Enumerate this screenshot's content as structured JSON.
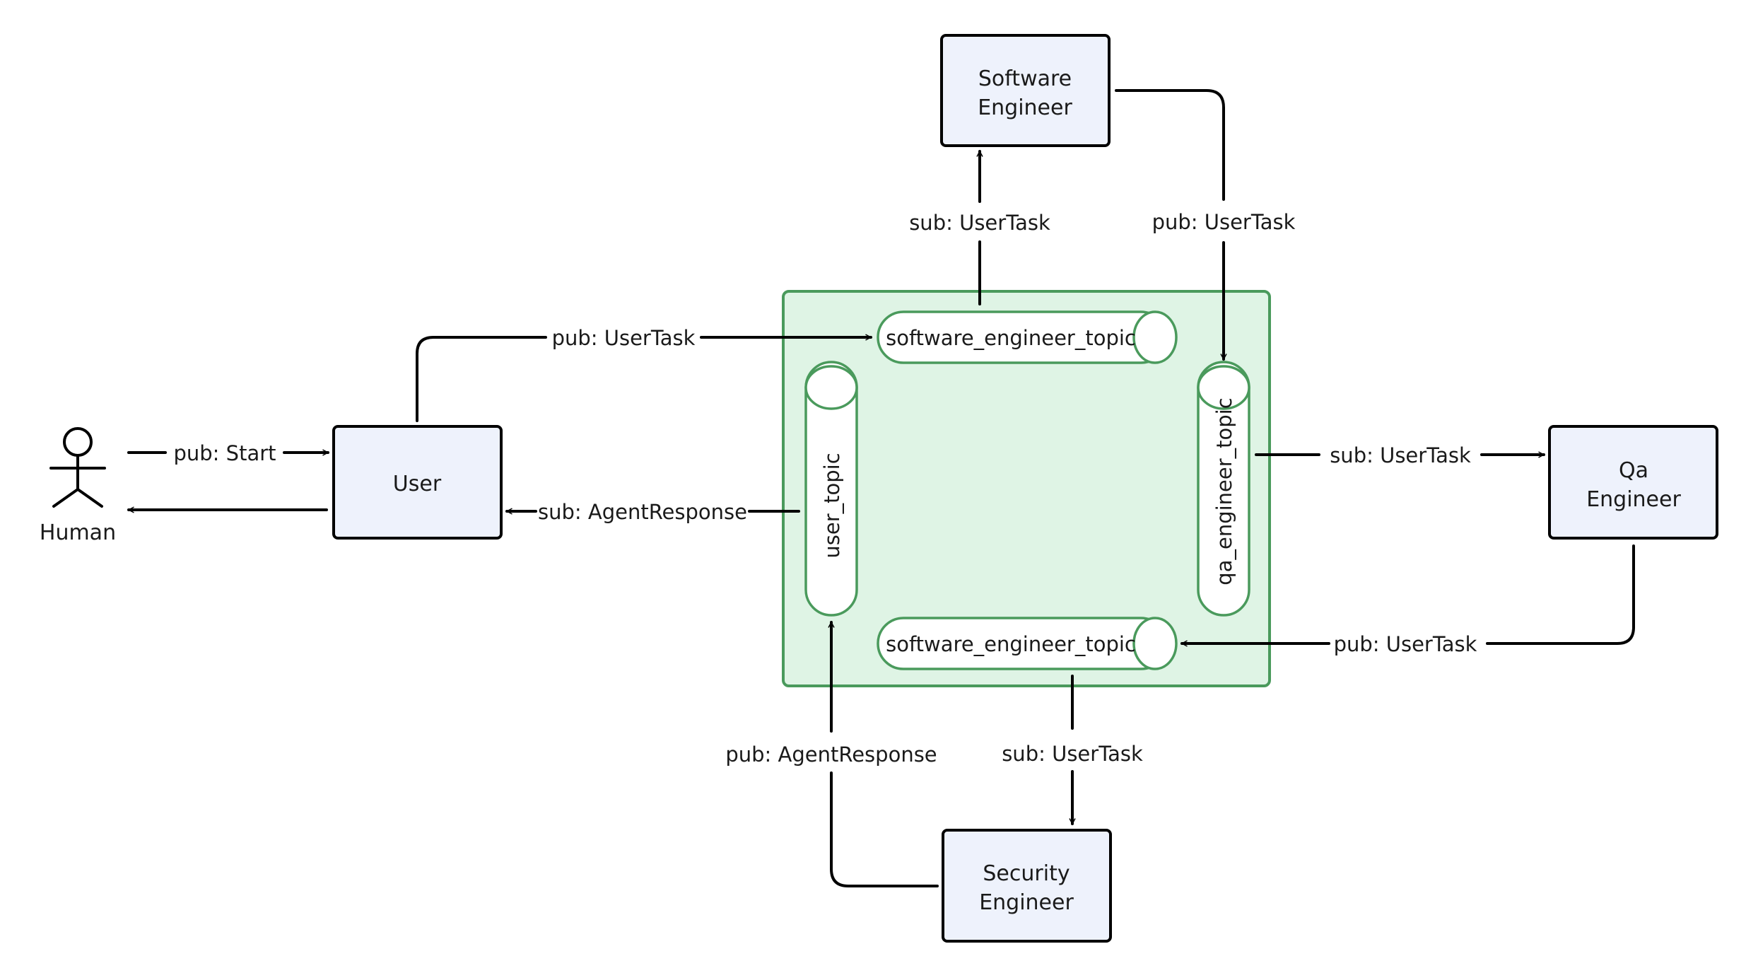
{
  "nodes": {
    "software_engineer": [
      "Software",
      "Engineer"
    ],
    "user": [
      "User"
    ],
    "qa_engineer": [
      "Qa",
      "Engineer"
    ],
    "security_engineer": [
      "Security",
      "Engineer"
    ],
    "human": "Human"
  },
  "topics": {
    "top": "software_engineer_topic",
    "bottom": "software_engineer_topic",
    "left": "user_topic",
    "right": "qa_engineer_topic"
  },
  "edges": {
    "human_to_user": "pub: Start",
    "user_to_se_topic": "pub: UserTask",
    "se_sub": "sub: UserTask",
    "se_pub": "pub: UserTask",
    "user_sub": "sub: AgentResponse",
    "qa_sub": "sub: UserTask",
    "qa_pub": "pub: UserTask",
    "sec_sub": "sub: UserTask",
    "sec_pub": "pub: AgentResponse"
  },
  "colors": {
    "agent_fill": "#eef2fc",
    "topic_area_fill": "#dff4e5",
    "topic_area_border": "#4a9a5c"
  }
}
